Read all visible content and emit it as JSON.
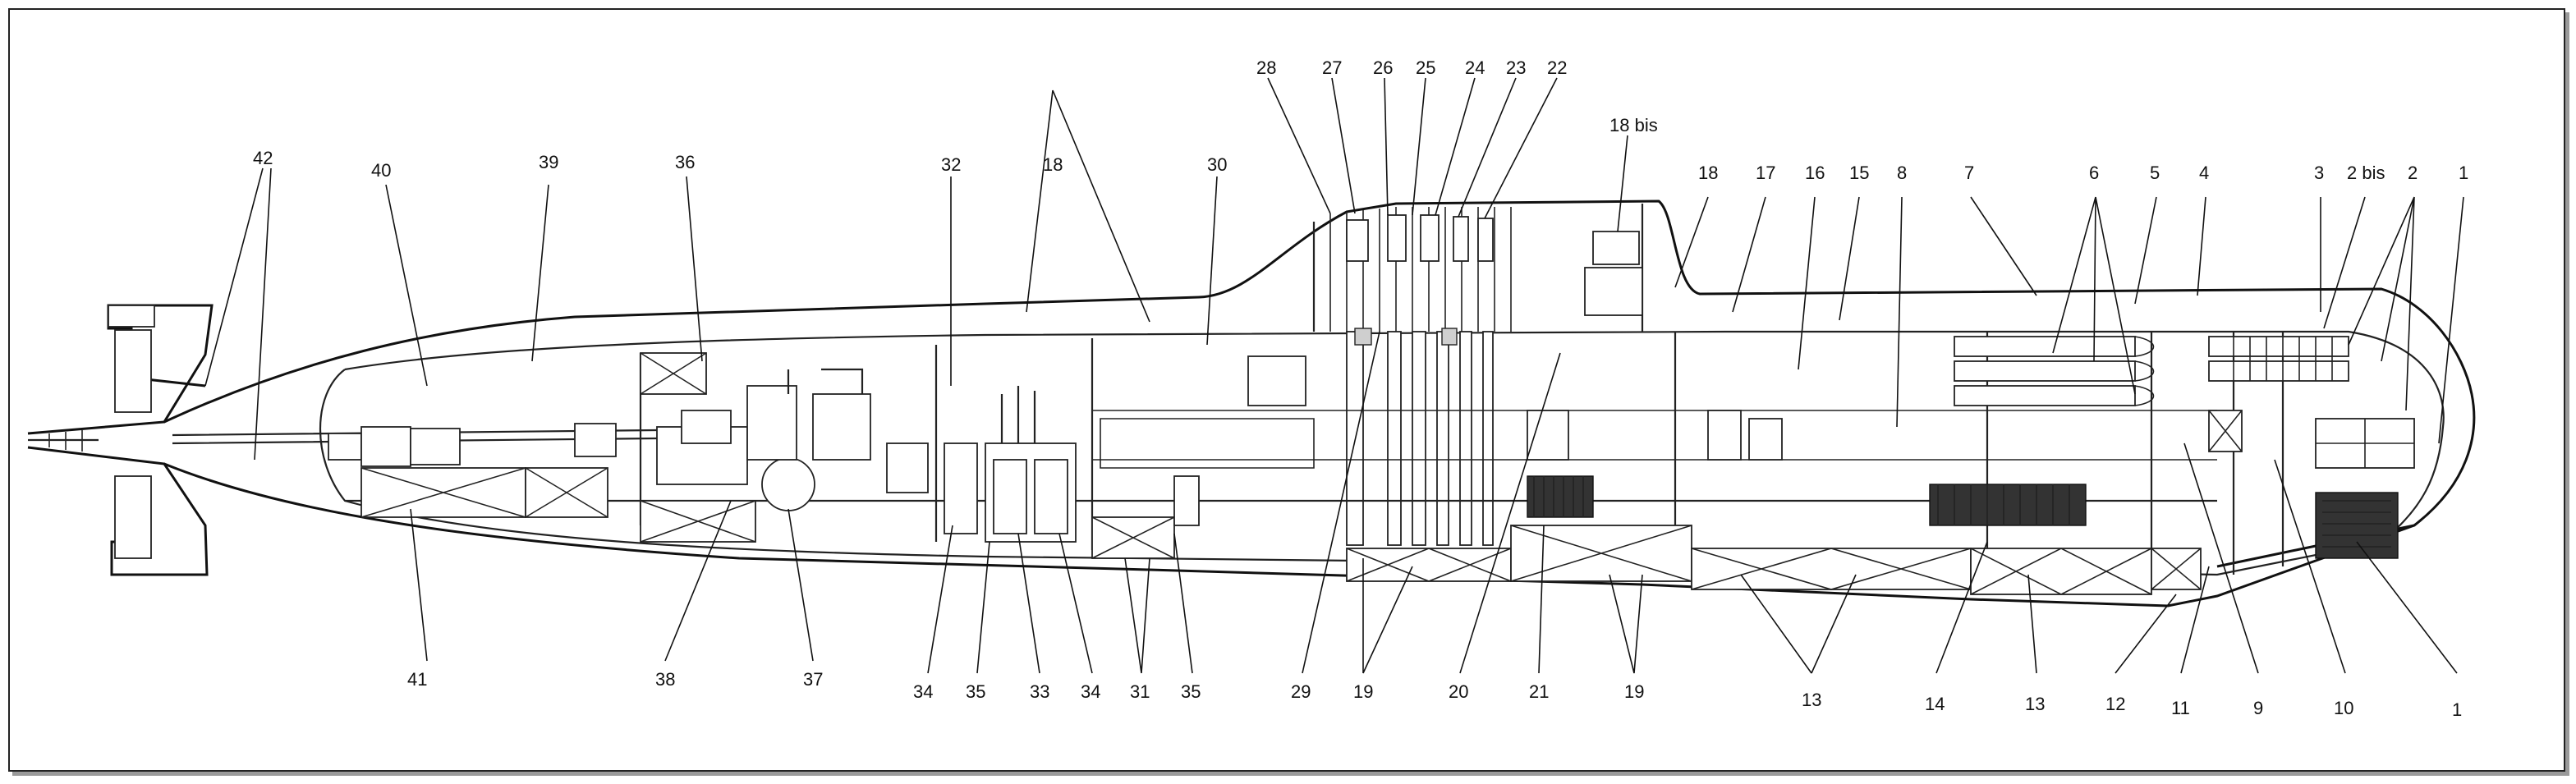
{
  "labels": [
    {
      "id": "42",
      "text": "42"
    },
    {
      "id": "40",
      "text": "40"
    },
    {
      "id": "39",
      "text": "39"
    },
    {
      "id": "36",
      "text": "36"
    },
    {
      "id": "32",
      "text": "32"
    },
    {
      "id": "18a",
      "text": "18"
    },
    {
      "id": "30",
      "text": "30"
    },
    {
      "id": "28",
      "text": "28"
    },
    {
      "id": "27",
      "text": "27"
    },
    {
      "id": "26",
      "text": "26"
    },
    {
      "id": "25",
      "text": "25"
    },
    {
      "id": "24",
      "text": "24"
    },
    {
      "id": "23",
      "text": "23"
    },
    {
      "id": "22",
      "text": "22"
    },
    {
      "id": "18bis",
      "text": "18 bis"
    },
    {
      "id": "18b",
      "text": "18"
    },
    {
      "id": "17",
      "text": "17"
    },
    {
      "id": "16",
      "text": "16"
    },
    {
      "id": "15",
      "text": "15"
    },
    {
      "id": "8",
      "text": "8"
    },
    {
      "id": "7",
      "text": "7"
    },
    {
      "id": "6",
      "text": "6"
    },
    {
      "id": "5",
      "text": "5"
    },
    {
      "id": "4",
      "text": "4"
    },
    {
      "id": "3",
      "text": "3"
    },
    {
      "id": "2bis",
      "text": "2 bis"
    },
    {
      "id": "2",
      "text": "2"
    },
    {
      "id": "1a",
      "text": "1"
    },
    {
      "id": "41",
      "text": "41"
    },
    {
      "id": "38",
      "text": "38"
    },
    {
      "id": "37",
      "text": "37"
    },
    {
      "id": "34a",
      "text": "34"
    },
    {
      "id": "35a",
      "text": "35"
    },
    {
      "id": "33",
      "text": "33"
    },
    {
      "id": "34b",
      "text": "34"
    },
    {
      "id": "31",
      "text": "31"
    },
    {
      "id": "35b",
      "text": "35"
    },
    {
      "id": "29",
      "text": "29"
    },
    {
      "id": "19a",
      "text": "19"
    },
    {
      "id": "20",
      "text": "20"
    },
    {
      "id": "21",
      "text": "21"
    },
    {
      "id": "19b",
      "text": "19"
    },
    {
      "id": "13a",
      "text": "13"
    },
    {
      "id": "14",
      "text": "14"
    },
    {
      "id": "13b",
      "text": "13"
    },
    {
      "id": "12",
      "text": "12"
    },
    {
      "id": "11",
      "text": "11"
    },
    {
      "id": "9",
      "text": "9"
    },
    {
      "id": "10",
      "text": "10"
    },
    {
      "id": "1b",
      "text": "1"
    }
  ]
}
